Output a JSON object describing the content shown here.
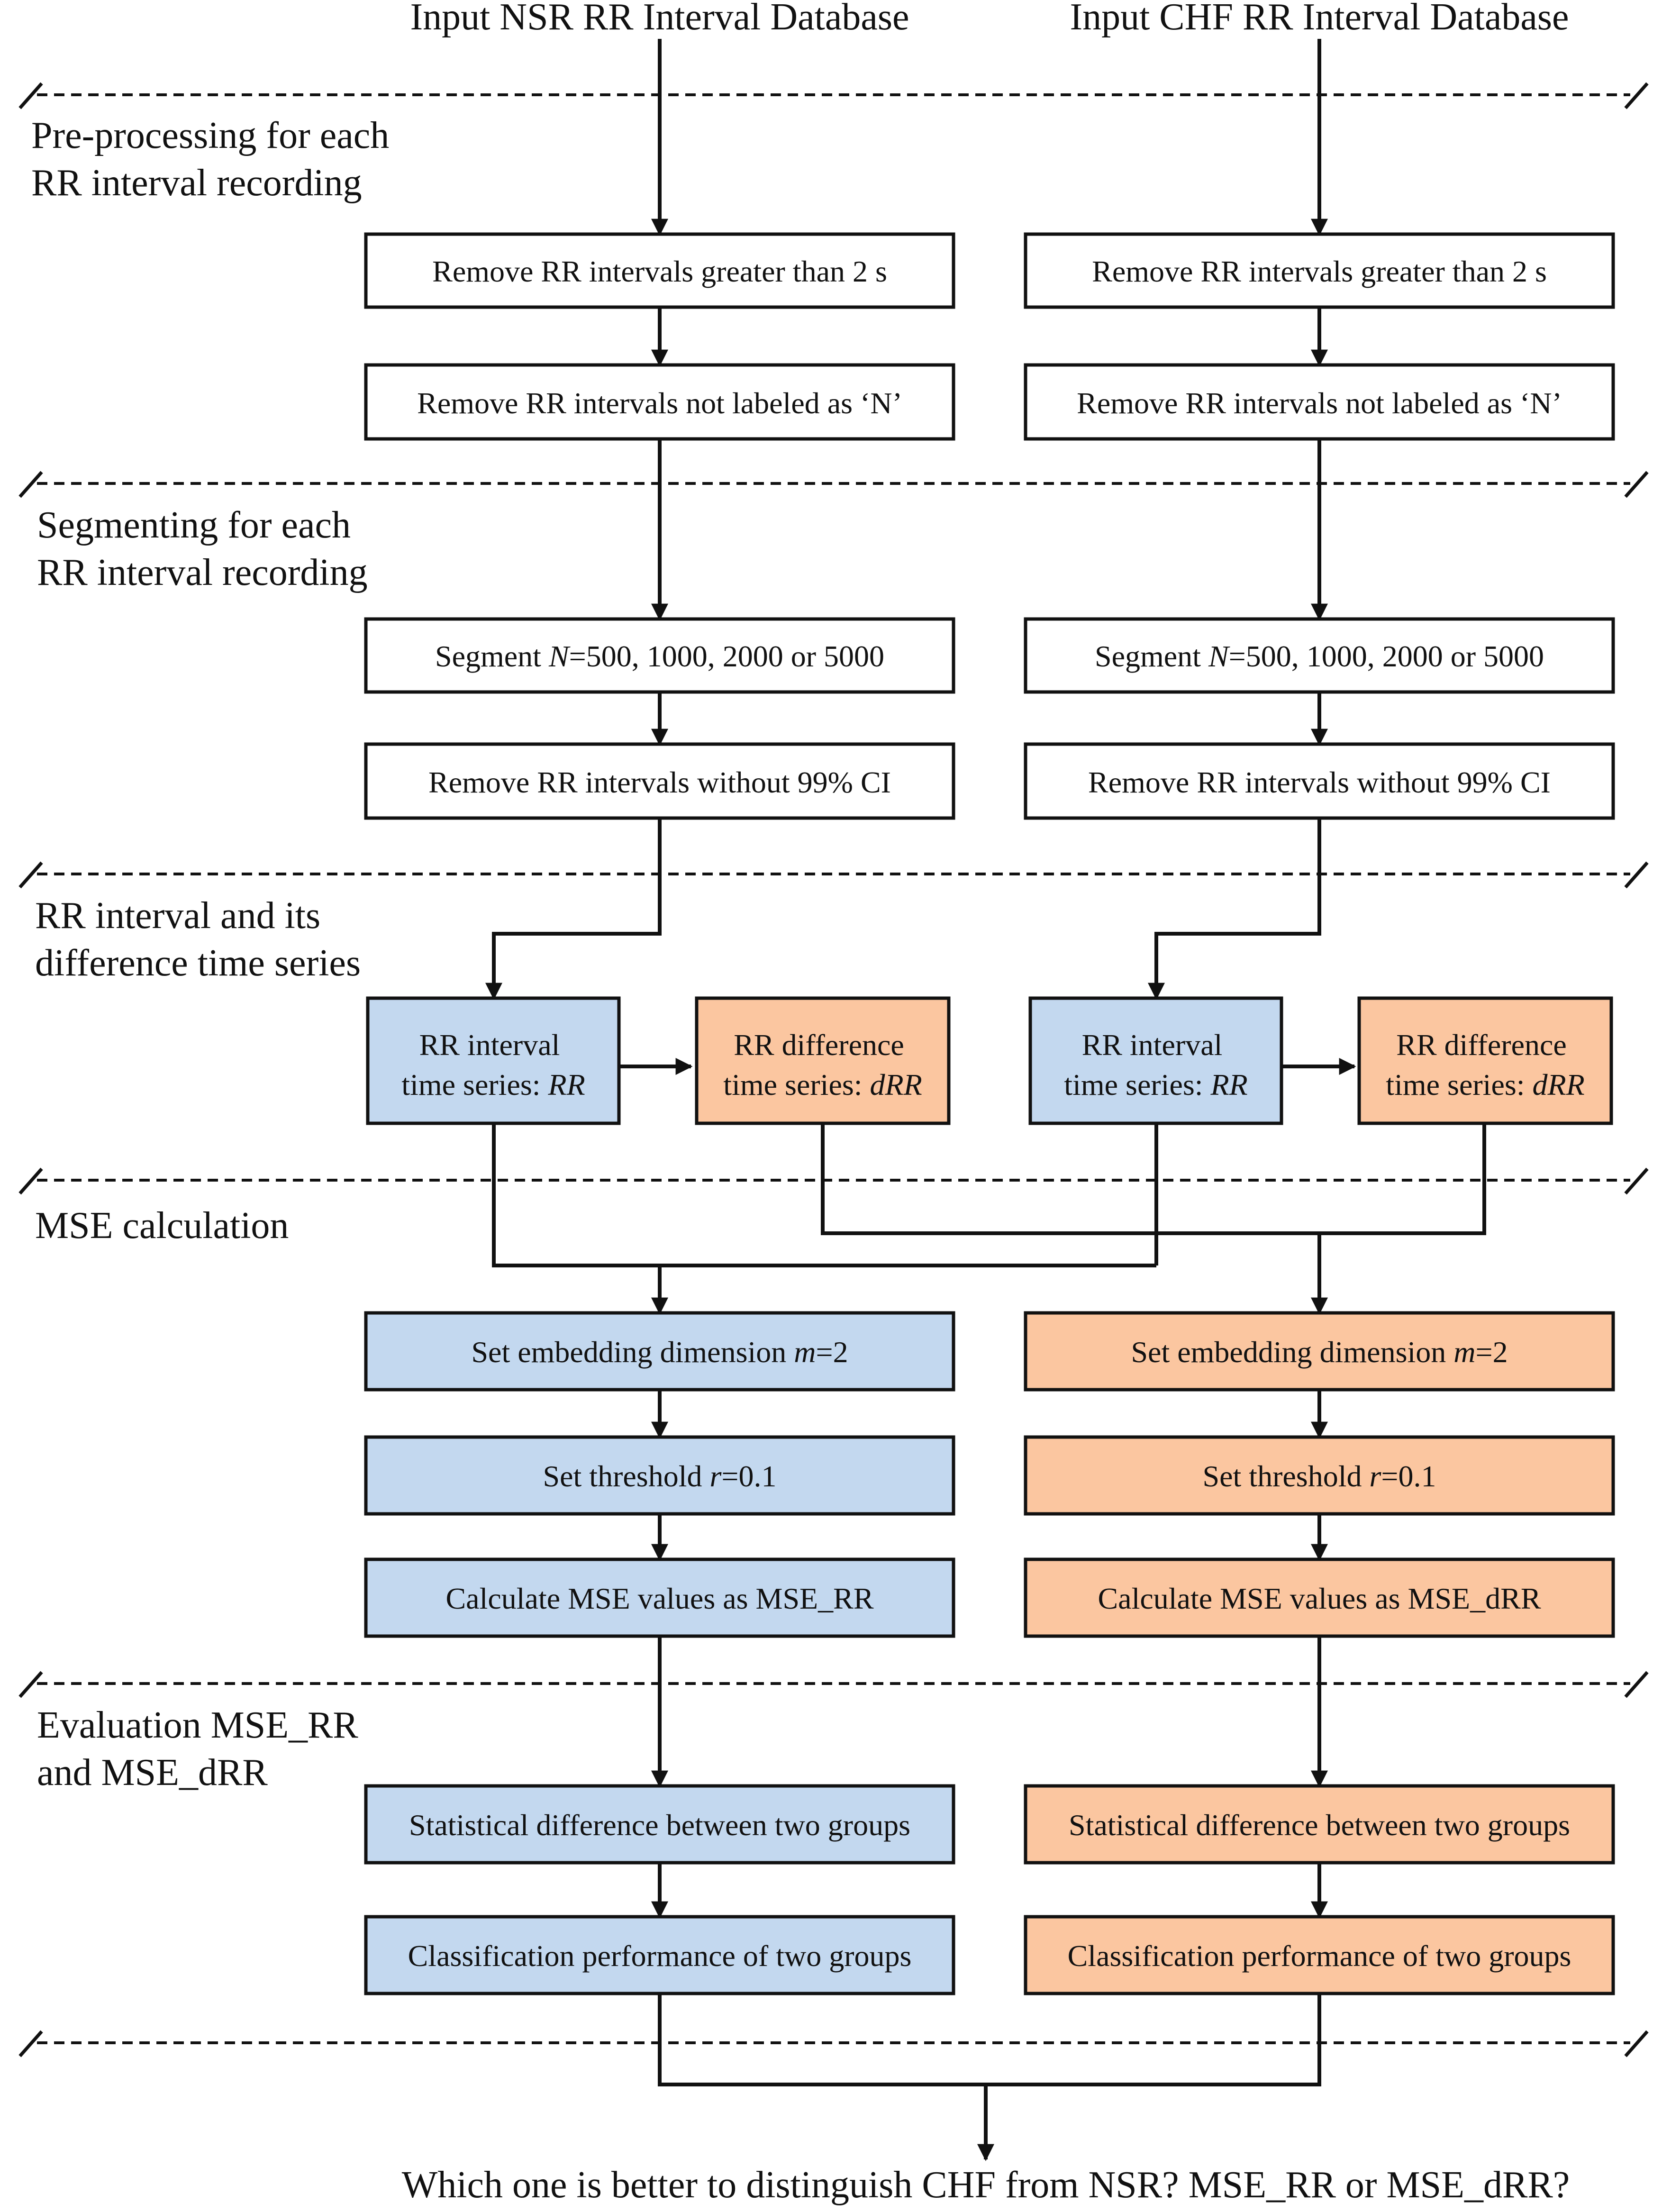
{
  "colors": {
    "blue": "#c3d8ef",
    "orange": "#fbc6a0",
    "white": "#ffffff",
    "line": "#111111"
  },
  "inputs": {
    "nsr": "Input NSR RR Interval Database",
    "chf": "Input CHF RR Interval Database"
  },
  "sections": {
    "preprocessing": [
      "Pre-processing for each",
      "RR interval recording"
    ],
    "segmenting": [
      "Segmenting for each",
      "RR interval recording"
    ],
    "series": [
      "RR interval and its",
      "difference time series"
    ],
    "mse": [
      "MSE calculation"
    ],
    "evaluation": [
      "Evaluation MSE_RR",
      "and MSE_dRR"
    ]
  },
  "steps": {
    "remove_gt2": "Remove RR intervals greater than 2 s",
    "remove_not_n": "Remove RR intervals not labeled as ‘N’",
    "segment": {
      "pre": "Segment ",
      "var": "N",
      "post": "=500, 1000, 2000 or 5000"
    },
    "remove_ci": "Remove RR intervals without 99% CI",
    "rr_series": {
      "line1": "RR interval",
      "line2_pre": "time series: ",
      "line2_var": "RR"
    },
    "drr_series": {
      "line1": "RR difference",
      "line2_pre": "time series: ",
      "line2_var": "dRR"
    },
    "embedding": {
      "pre": "Set embedding dimension  ",
      "var": "m",
      "post": "=2"
    },
    "threshold": {
      "pre": "Set threshold  ",
      "var": "r",
      "post": "=0.1"
    },
    "calc_rr": "Calculate MSE values as MSE_RR",
    "calc_drr": "Calculate MSE values as MSE_dRR",
    "stat_diff": "Statistical difference between two groups",
    "classification": "Classification performance of two groups"
  },
  "question": "Which one is better to distinguish CHF from NSR? MSE_RR or MSE_dRR?"
}
